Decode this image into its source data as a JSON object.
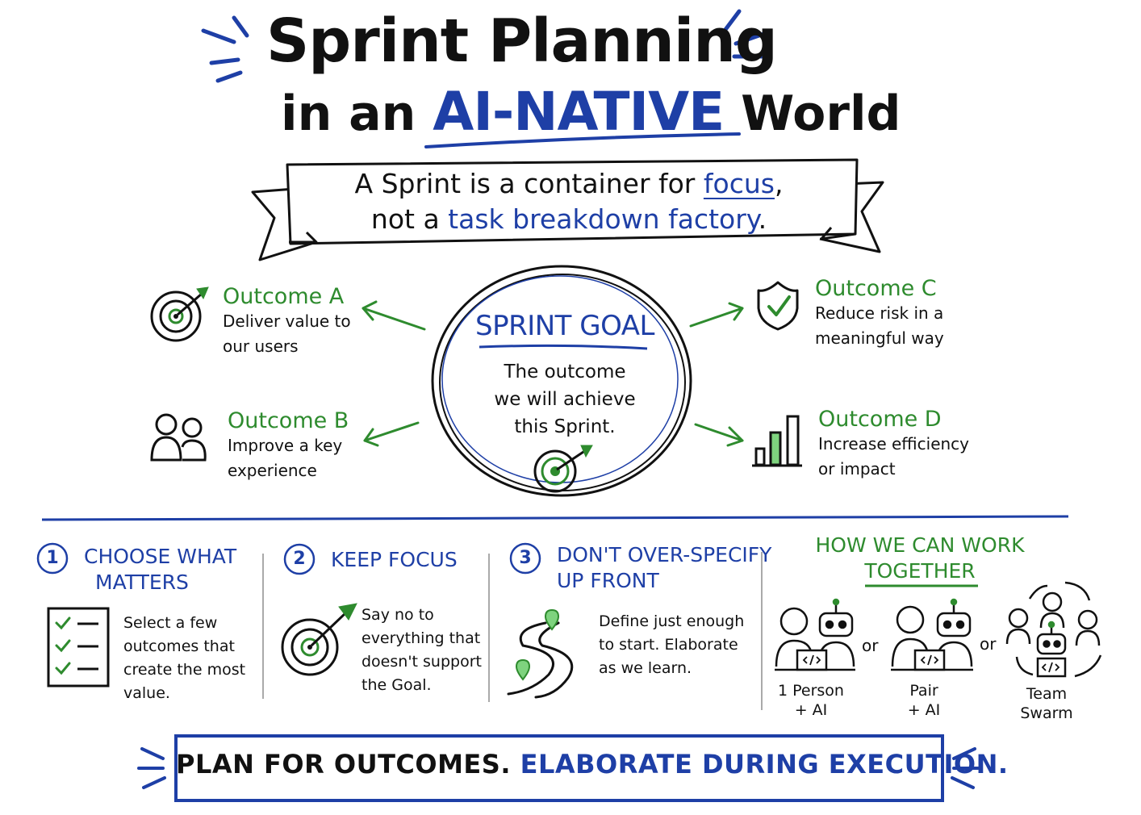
{
  "header": {
    "title_line1": "Sprint Planning",
    "title_line2_prefix": "in an",
    "title_line2_accent": "AI-NATIVE",
    "title_line2_suffix": "World"
  },
  "ribbon": {
    "line1_a": "A Sprint is a container for",
    "line1_b": "focus",
    "line1_c": ",",
    "line2_a": "not a",
    "line2_b": "task breakdown factory",
    "line2_c": "."
  },
  "goal": {
    "title": "SPRINT GOAL",
    "line1": "The outcome",
    "line2": "we will achieve",
    "line3": "this Sprint."
  },
  "outcomes": [
    {
      "title": "Outcome A",
      "line1": "Deliver value to",
      "line2": "our users",
      "icon": "target-icon"
    },
    {
      "title": "Outcome B",
      "line1": "Improve a key",
      "line2": "experience",
      "icon": "people-icon"
    },
    {
      "title": "Outcome C",
      "line1": "Reduce risk in a",
      "line2": "meaningful way",
      "icon": "shield-check-icon"
    },
    {
      "title": "Outcome D",
      "line1": "Increase efficiency",
      "line2": "or impact",
      "icon": "bar-chart-icon"
    }
  ],
  "steps": [
    {
      "number": "1",
      "title1": "CHOOSE WHAT",
      "title2": "MATTERS",
      "desc": [
        "Select a few",
        "outcomes that",
        "create the most",
        "value."
      ],
      "icon": "checklist-icon"
    },
    {
      "number": "2",
      "title1": "KEEP FOCUS",
      "title2": "",
      "desc": [
        "Say no to",
        "everything that",
        "doesn't support",
        "the Goal."
      ],
      "icon": "target-icon"
    },
    {
      "number": "3",
      "title1": "DON'T OVER-SPECIFY",
      "title2": "UP FRONT",
      "desc": [
        "Define just enough",
        "to start. Elaborate",
        "as we learn."
      ],
      "icon": "winding-road-icon"
    }
  ],
  "work": {
    "title1": "HOW WE CAN WORK",
    "title2": "TOGETHER",
    "or": "or",
    "modes": [
      {
        "line1": "1 Person",
        "line2": "+ AI"
      },
      {
        "line1": "Pair",
        "line2": "+ AI"
      },
      {
        "line1": "Team",
        "line2": "Swarm"
      }
    ]
  },
  "bottom": {
    "part1": "PLAN FOR OUTCOMES.",
    "part2": "ELABORATE DURING EXECUTION."
  },
  "colors": {
    "blue": "#1e3fa6",
    "green": "#2e8b2e",
    "ink": "#111111",
    "light_green": "#7ed37e"
  }
}
